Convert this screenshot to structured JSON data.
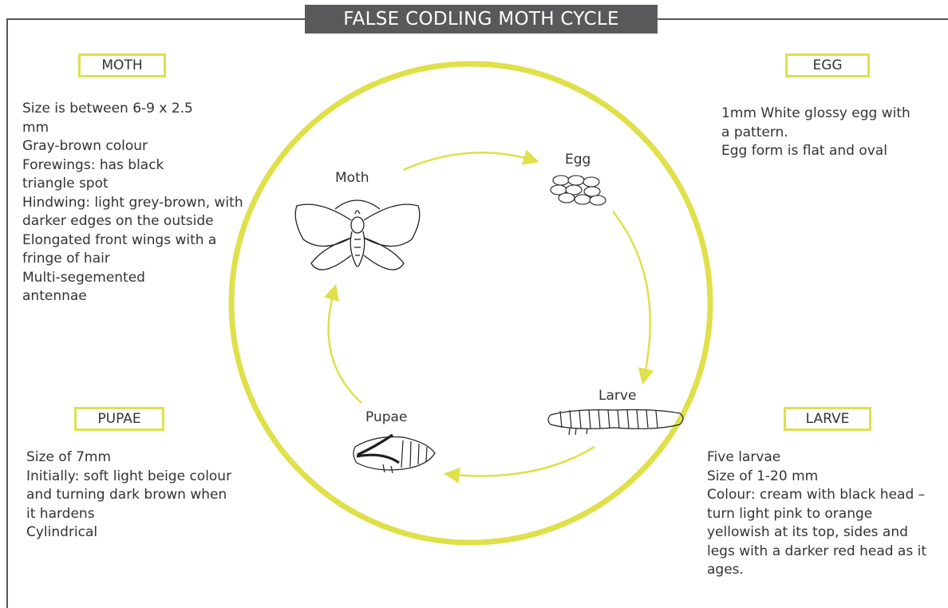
{
  "title": "FALSE CODLING MOTH CYCLE",
  "colors": {
    "accent": "#dfe04a",
    "title_bg": "#58595b",
    "frame": "#555555"
  },
  "boxes": {
    "moth": "MOTH",
    "egg": "EGG",
    "pupae": "PUPAE",
    "larve": "LARVE"
  },
  "descriptions": {
    "moth": [
      "Size is between 6-9 x 2.5 mm",
      "Gray-brown colour",
      "Forewings: has black triangle spot",
      "Hindwing: light grey-brown, with darker edges on the outside",
      "Elongated front wings with a fringe of hair",
      "Multi-segemented antennae"
    ],
    "egg": [
      "1mm White glossy egg with a pattern.",
      "Egg form is flat and oval"
    ],
    "pupae": [
      "Size of 7mm",
      "Initially: soft light beige colour and turning dark brown when it hardens",
      "Cylindrical"
    ],
    "larve": [
      "Five larvae",
      "Size of 1-20 mm",
      "Colour: cream with black head – turn light pink to orange yellowish at its top, sides and legs with a darker red head as it ages."
    ]
  },
  "stages": {
    "moth": "Moth",
    "egg": "Egg",
    "larve": "Larve",
    "pupae": "Pupae"
  },
  "icons": [
    "moth-icon",
    "eggs-icon",
    "larva-icon",
    "pupa-icon"
  ]
}
